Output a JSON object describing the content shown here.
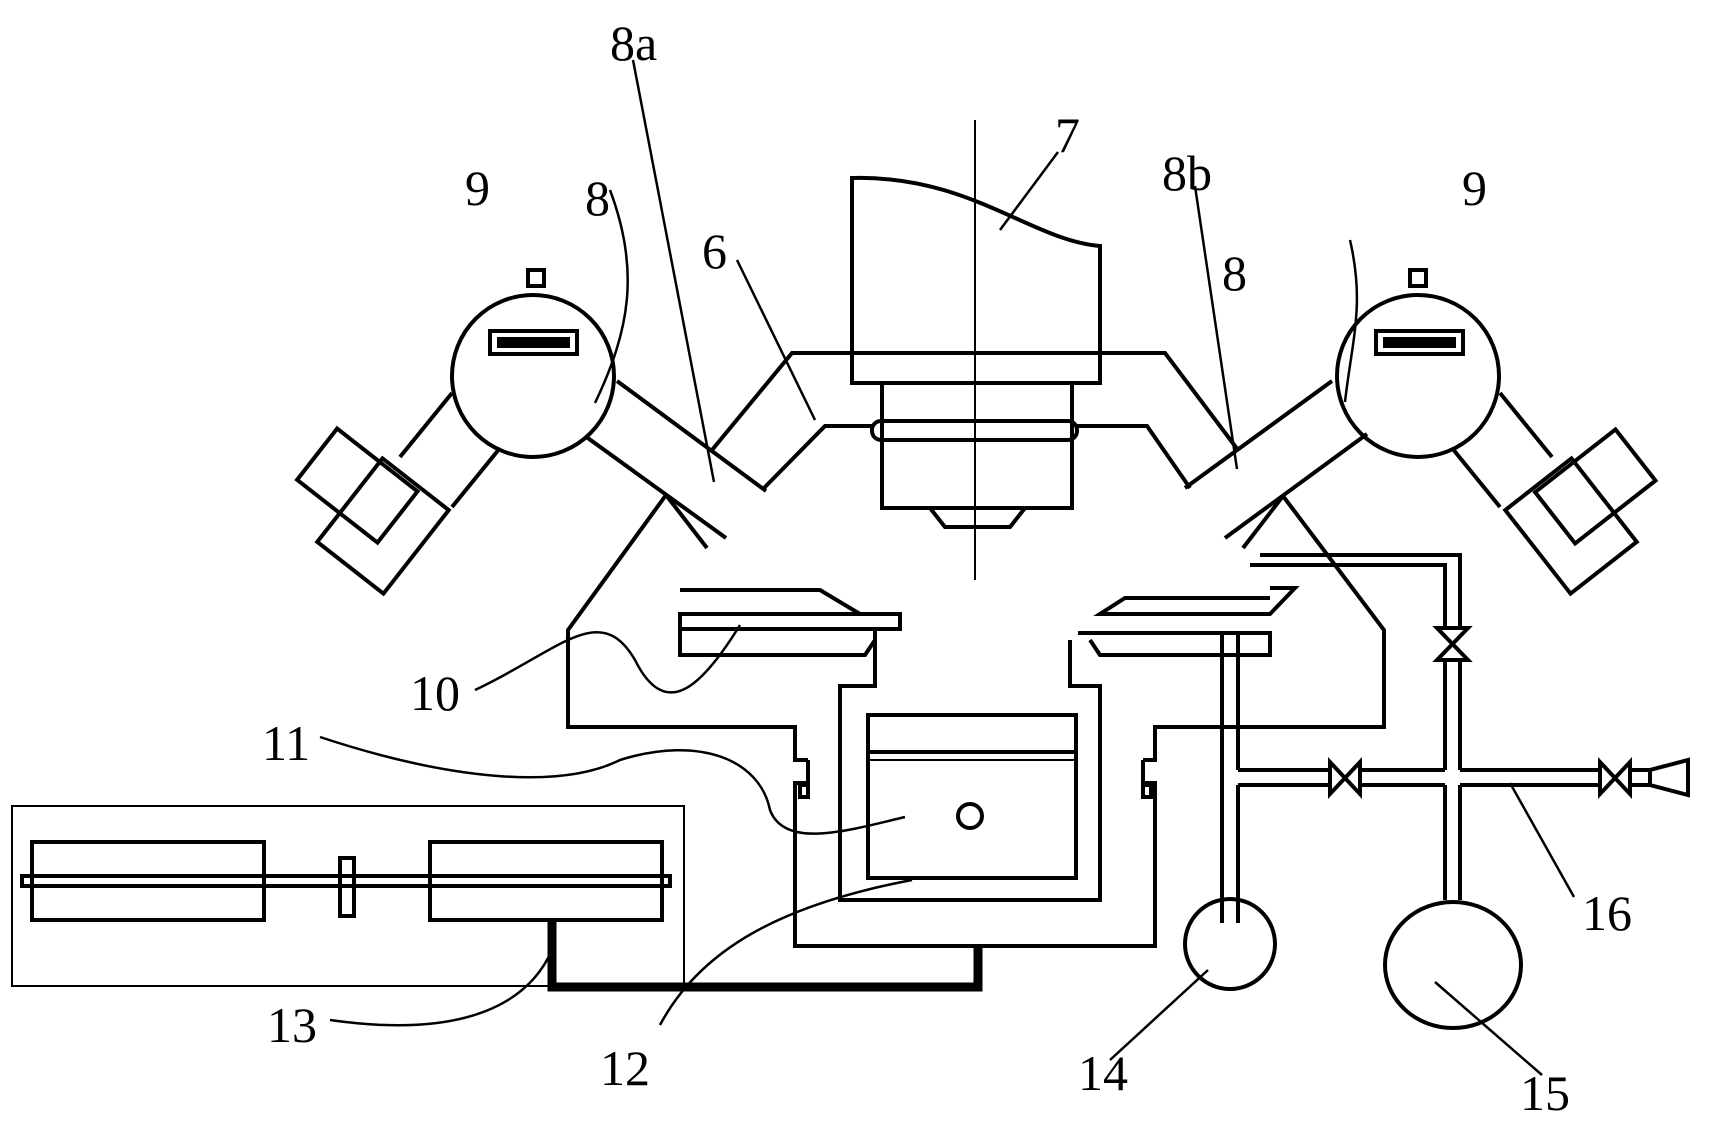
{
  "labels": {
    "l7": "7",
    "l8a": "8a",
    "l8b": "8b",
    "l9_left": "9",
    "l9_right": "9",
    "l8_left": "8",
    "l8_right": "8",
    "l6": "6",
    "l10": "10",
    "l11": "11",
    "l12": "12",
    "l13": "13",
    "l14": "14",
    "l15": "15",
    "l16": "16"
  }
}
